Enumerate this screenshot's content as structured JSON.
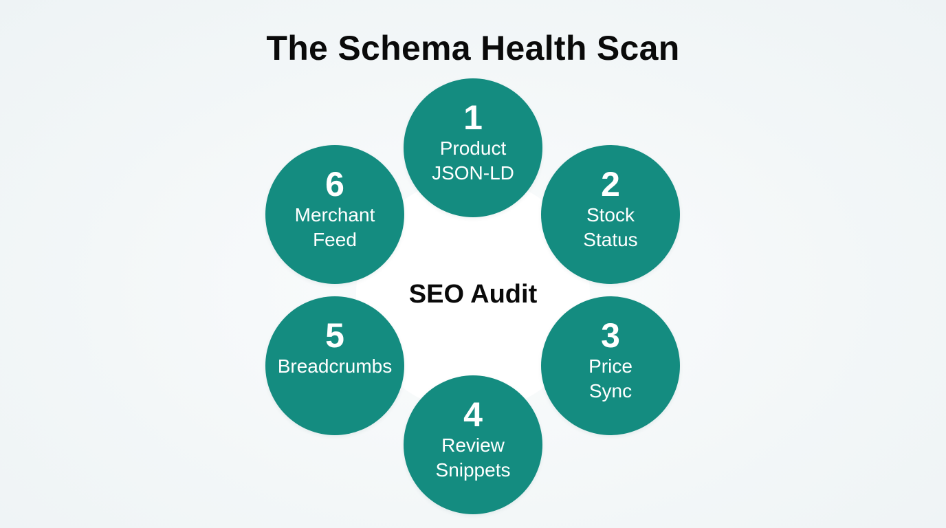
{
  "title": "The Schema Health Scan",
  "hub": {
    "label": "SEO Audit"
  },
  "colors": {
    "background": "#f3f7f8",
    "node_fill": "#148c80",
    "node_text": "#ffffff",
    "title_text": "#0a0a0a",
    "hub_fill": "#ffffff"
  },
  "nodes": [
    {
      "number": "1",
      "label": "Product\nJSON-LD"
    },
    {
      "number": "2",
      "label": "Stock\nStatus"
    },
    {
      "number": "3",
      "label": "Price\nSync"
    },
    {
      "number": "4",
      "label": "Review\nSnippets"
    },
    {
      "number": "5",
      "label": "Breadcrumbs"
    },
    {
      "number": "6",
      "label": "Merchant\nFeed"
    }
  ]
}
